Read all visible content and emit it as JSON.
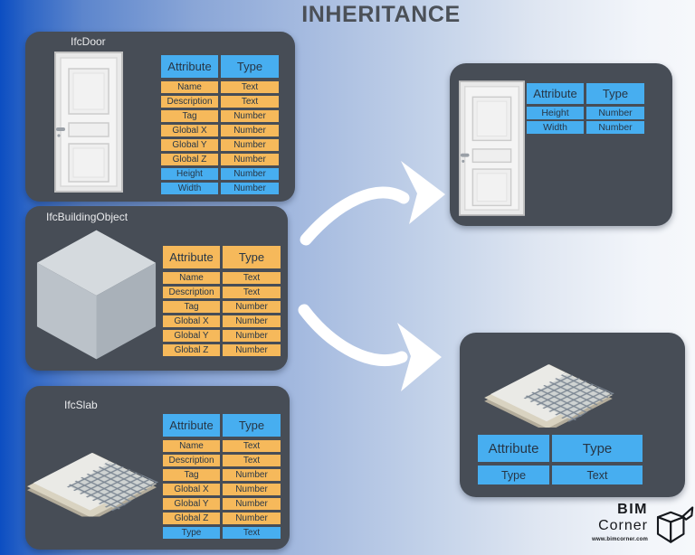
{
  "title": "INHERITANCE",
  "colors": {
    "blue": "#47aef0",
    "orange": "#f6b95b",
    "panel": "#474d56",
    "cellText": "#273646",
    "titleColor": "#4b5057",
    "labelColor": "#e9eaec",
    "arrow": "#ffffff",
    "bgLeft": "#0c4ec2",
    "bgRight": "#f6f8fb"
  },
  "source_panels": [
    {
      "label": "IfcDoor",
      "illustration": "door",
      "header": {
        "attribute": "Attribute",
        "type": "Type"
      },
      "rows": [
        {
          "attribute": "Name",
          "type": "Text"
        },
        {
          "attribute": "Description",
          "type": "Text"
        },
        {
          "attribute": "Tag",
          "type": "Number"
        },
        {
          "attribute": "Global X",
          "type": "Number"
        },
        {
          "attribute": "Global Y",
          "type": "Number"
        },
        {
          "attribute": "Global Z",
          "type": "Number"
        },
        {
          "attribute": "Height",
          "type": "Number"
        },
        {
          "attribute": "Width",
          "type": "Number"
        }
      ]
    },
    {
      "label": "IfcBuildingObject",
      "illustration": "cube",
      "header": {
        "attribute": "Attribute",
        "type": "Type"
      },
      "rows": [
        {
          "attribute": "Name",
          "type": "Text"
        },
        {
          "attribute": "Description",
          "type": "Text"
        },
        {
          "attribute": "Tag",
          "type": "Number"
        },
        {
          "attribute": "Global X",
          "type": "Number"
        },
        {
          "attribute": "Global Y",
          "type": "Number"
        },
        {
          "attribute": "Global Z",
          "type": "Number"
        }
      ]
    },
    {
      "label": "IfcSlab",
      "illustration": "slab",
      "header": {
        "attribute": "Attribute",
        "type": "Type"
      },
      "rows": [
        {
          "attribute": "Name",
          "type": "Text"
        },
        {
          "attribute": "Description",
          "type": "Text"
        },
        {
          "attribute": "Tag",
          "type": "Number"
        },
        {
          "attribute": "Global X",
          "type": "Number"
        },
        {
          "attribute": "Global Y",
          "type": "Number"
        },
        {
          "attribute": "Global Z",
          "type": "Number"
        },
        {
          "attribute": "Type",
          "type": "Text"
        }
      ]
    }
  ],
  "derived_panels": [
    {
      "illustration": "door",
      "header": {
        "attribute": "Attribute",
        "type": "Type"
      },
      "rows": [
        {
          "attribute": "Height",
          "type": "Number"
        },
        {
          "attribute": "Width",
          "type": "Number"
        }
      ]
    },
    {
      "illustration": "slab",
      "header": {
        "attribute": "Attribute",
        "type": "Type"
      },
      "rows": [
        {
          "attribute": "Type",
          "type": "Text"
        }
      ]
    }
  ],
  "logo": {
    "brand_line1": "BIM",
    "brand_line2": "Corner",
    "website": "www.bimcorner.com"
  }
}
